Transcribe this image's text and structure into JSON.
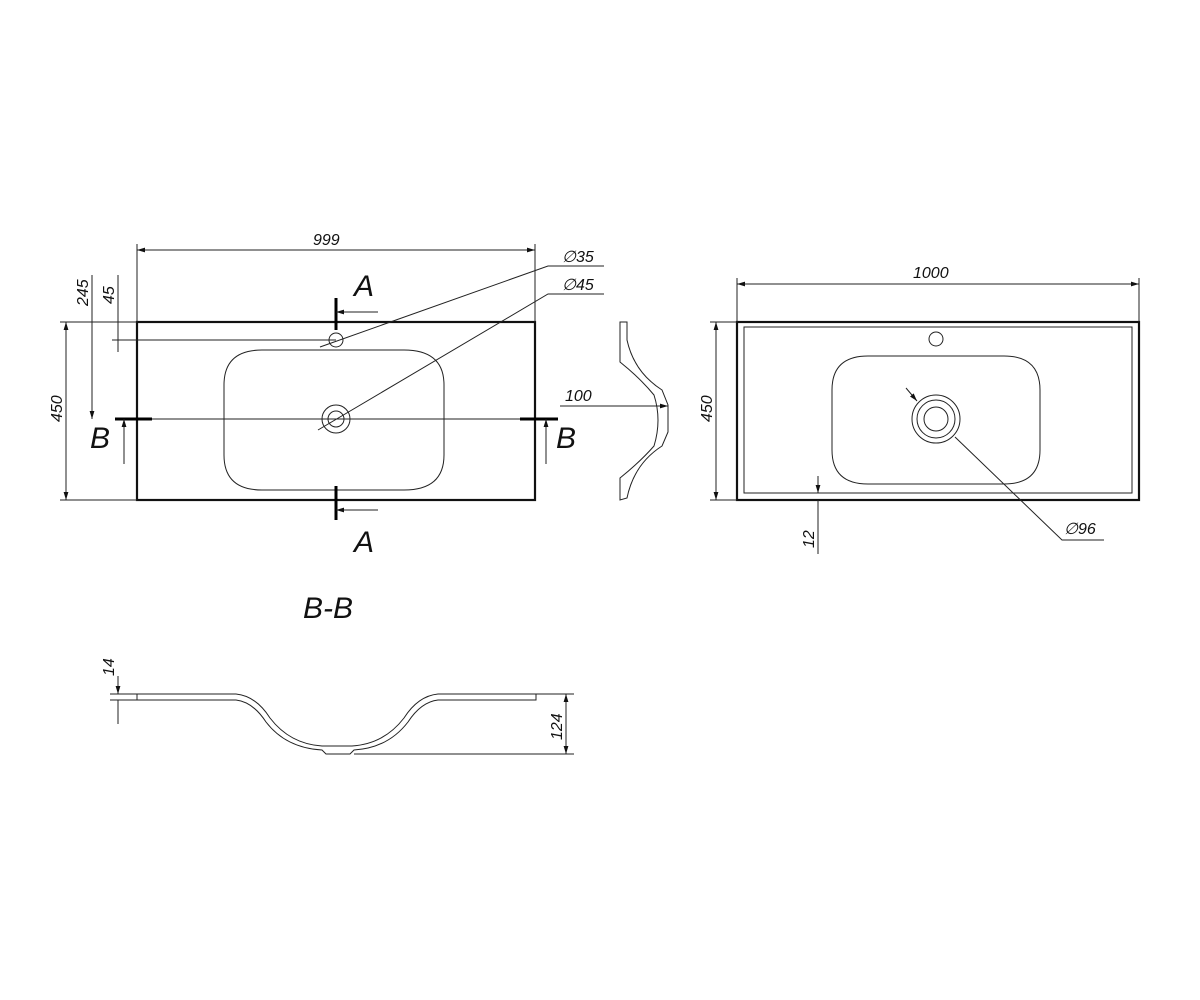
{
  "dimensions": {
    "top_width": "999",
    "right_width": "1000",
    "hole_35": "∅35",
    "hole_45": "∅45",
    "hole_96": "∅96",
    "dim_245": "245",
    "dim_45": "45",
    "left_height": "450",
    "right_height": "450",
    "side_depth": "100",
    "rim_12": "12",
    "section_14": "14",
    "section_124": "124"
  },
  "section_marks": {
    "a_top": "A",
    "a_bottom": "A",
    "b_left": "B",
    "b_right": "B"
  },
  "section_title": "B-B",
  "colors": {
    "line": "#111111",
    "background": "#ffffff"
  }
}
